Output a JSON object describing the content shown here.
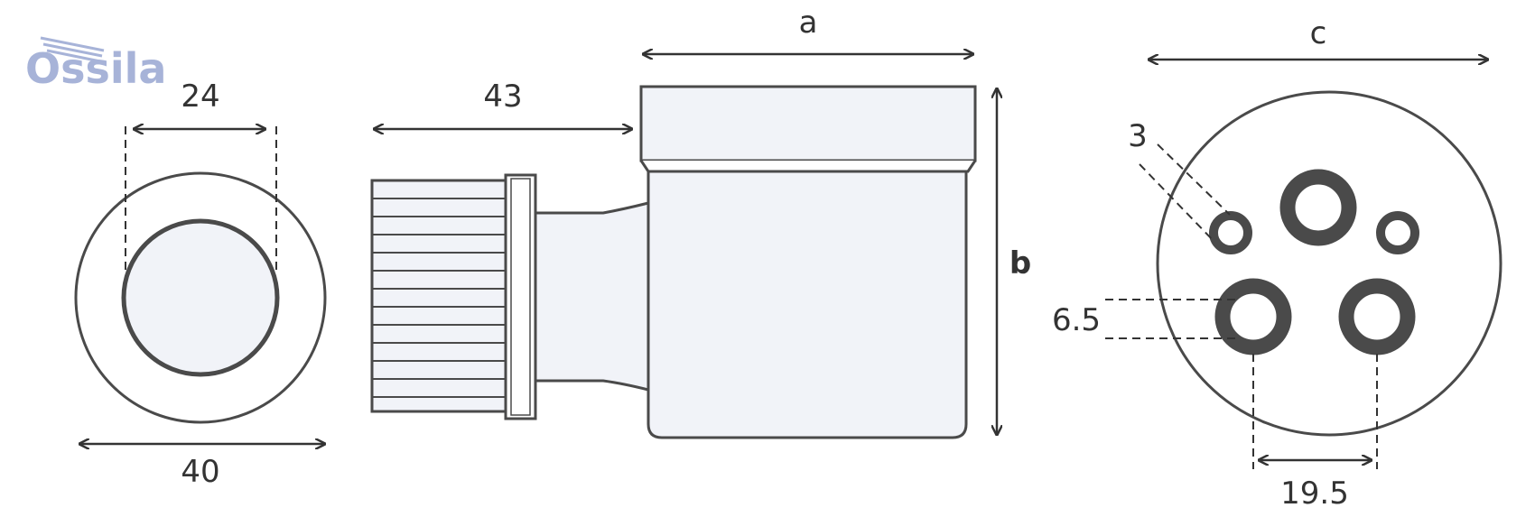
{
  "logo": {
    "text": "Ossila"
  },
  "front_view": {
    "inner_diameter": "24",
    "outer_diameter": "40"
  },
  "side_view": {
    "neck_length": "43",
    "cap_width": "a",
    "height": "b"
  },
  "pin_view": {
    "diameter": "c",
    "small_hole": "3",
    "large_hole": "6.5",
    "pin_spacing": "19.5"
  },
  "colors": {
    "stroke": "#4a4a4a",
    "fill": "#f1f3f8",
    "logo": "#a7b3d8",
    "text": "#333333"
  }
}
